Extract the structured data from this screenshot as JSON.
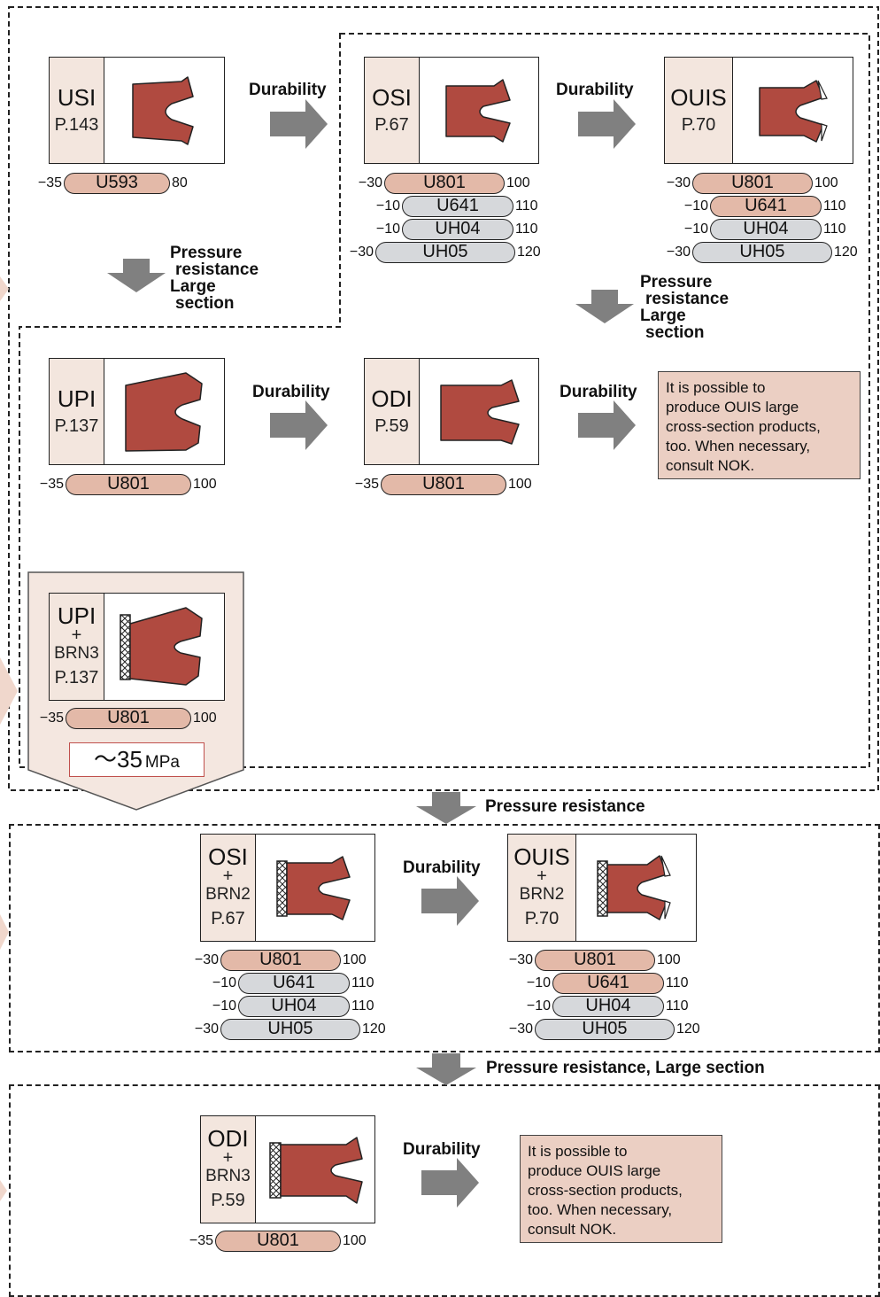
{
  "colors": {
    "seal_fill": "#b04a40",
    "label_bg": "#f3e6de",
    "pill_pink": "#e3b9a8",
    "pill_grey": "#d6d8db",
    "arrow": "#808080",
    "note_bg": "#ebcfc3"
  },
  "icons": {
    "arrow": "arrow-right-icon",
    "arrow_down": "arrow-down-icon",
    "backup_ring": "backup-ring-icon"
  },
  "labels": {
    "durability": "Durability",
    "pressure_resistance": "Pressure resistance",
    "pressure_resistance_large_section": "Pressure resistance, Large section",
    "pressure_lines_1": [
      "Pressure",
      "resistance",
      "Large",
      "section"
    ],
    "pressure_lines_2": [
      "Pressure",
      "resistance",
      "Large",
      "section"
    ]
  },
  "products": {
    "usi": {
      "name": "USI",
      "page": "P.143"
    },
    "osi": {
      "name": "OSI",
      "page": "P.67"
    },
    "ouis": {
      "name": "OUIS",
      "page": "P.70"
    },
    "upi": {
      "name": "UPI",
      "page": "P.137"
    },
    "odi": {
      "name": "ODI",
      "page": "P.59"
    },
    "upi_brn3": {
      "name": "UPI",
      "plus": "+",
      "backup": "BRN3",
      "page": "P.137"
    },
    "osi_brn2": {
      "name": "OSI",
      "plus": "+",
      "backup": "BRN2",
      "page": "P.67"
    },
    "ouis_brn2": {
      "name": "OUIS",
      "plus": "+",
      "backup": "BRN2",
      "page": "P.70"
    },
    "odi_brn3": {
      "name": "ODI",
      "plus": "+",
      "backup": "BRN3",
      "page": "P.59"
    }
  },
  "materials": {
    "usi": [
      {
        "min": "−35",
        "name": "U593",
        "max": "80",
        "tone": "pink"
      }
    ],
    "osi": [
      {
        "min": "−30",
        "name": "U801",
        "max": "100",
        "tone": "pink"
      },
      {
        "min": "−10",
        "name": "U641",
        "max": "110",
        "tone": "grey"
      },
      {
        "min": "−10",
        "name": "UH04",
        "max": "110",
        "tone": "grey"
      },
      {
        "min": "−30",
        "name": "UH05",
        "max": "120",
        "tone": "grey"
      }
    ],
    "ouis": [
      {
        "min": "−30",
        "name": "U801",
        "max": "100",
        "tone": "pink"
      },
      {
        "min": "−10",
        "name": "U641",
        "max": "110",
        "tone": "pink"
      },
      {
        "min": "−10",
        "name": "UH04",
        "max": "110",
        "tone": "grey"
      },
      {
        "min": "−30",
        "name": "UH05",
        "max": "120",
        "tone": "grey"
      }
    ],
    "upi": [
      {
        "min": "−35",
        "name": "U801",
        "max": "100",
        "tone": "pink"
      }
    ],
    "odi": [
      {
        "min": "−35",
        "name": "U801",
        "max": "100",
        "tone": "pink"
      }
    ],
    "upi_brn3": [
      {
        "min": "−35",
        "name": "U801",
        "max": "100",
        "tone": "pink"
      }
    ],
    "osi_brn2": [
      {
        "min": "−30",
        "name": "U801",
        "max": "100",
        "tone": "pink"
      },
      {
        "min": "−10",
        "name": "U641",
        "max": "110",
        "tone": "grey"
      },
      {
        "min": "−10",
        "name": "UH04",
        "max": "110",
        "tone": "grey"
      },
      {
        "min": "−30",
        "name": "UH05",
        "max": "120",
        "tone": "grey"
      }
    ],
    "ouis_brn2": [
      {
        "min": "−30",
        "name": "U801",
        "max": "100",
        "tone": "pink"
      },
      {
        "min": "−10",
        "name": "U641",
        "max": "110",
        "tone": "pink"
      },
      {
        "min": "−10",
        "name": "UH04",
        "max": "110",
        "tone": "grey"
      },
      {
        "min": "−30",
        "name": "UH05",
        "max": "120",
        "tone": "grey"
      }
    ],
    "odi_brn3": [
      {
        "min": "−35",
        "name": "U801",
        "max": "100",
        "tone": "pink"
      }
    ]
  },
  "pressure_rating": {
    "prefix": "～",
    "value": "35",
    "unit": "MPa"
  },
  "notes": {
    "ouis_large_1": [
      "It is possible to",
      "produce OUIS large",
      "cross-section products,",
      "too.  When necessary,",
      "consult NOK."
    ],
    "ouis_large_2": [
      "It is possible to",
      "produce OUIS large",
      "cross-section products,",
      "too.  When necessary,",
      "consult NOK."
    ]
  }
}
